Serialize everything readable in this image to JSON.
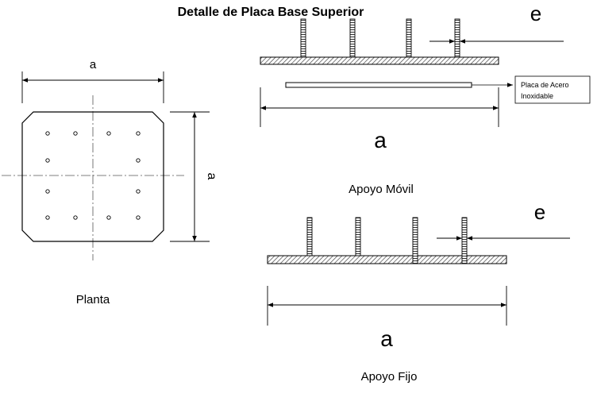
{
  "title": "Detalle de Placa Base Superior",
  "plan": {
    "dim_top": "a",
    "dim_side": "a",
    "caption": "Planta"
  },
  "movil": {
    "dim_e": "e",
    "note": [
      "Placa de Acero",
      "Inoxidable"
    ],
    "dim_a": "a",
    "caption": "Apoyo Móvil"
  },
  "fijo": {
    "dim_e": "e",
    "dim_a": "a",
    "caption": "Apoyo Fijo"
  }
}
